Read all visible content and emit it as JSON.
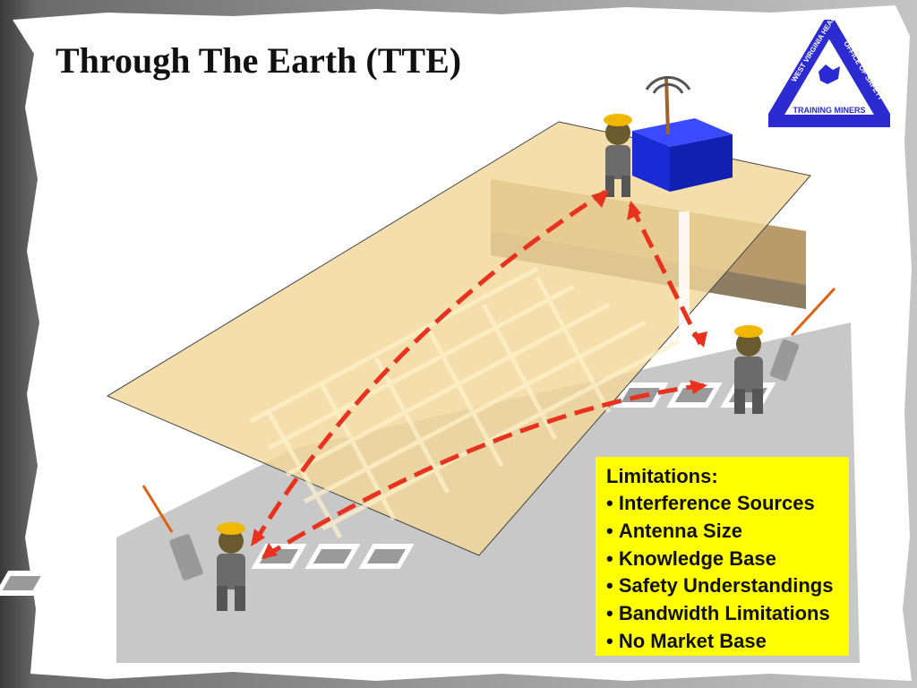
{
  "slide": {
    "title": "Through The Earth (TTE)"
  },
  "logo": {
    "text_left": "WEST VIRGINIA HEALTH",
    "text_right": "OFFICE OF SAFETY",
    "text_bottom": "TRAINING MINERS",
    "color": "#2b2bd1"
  },
  "limitations": {
    "heading": "Limitations:",
    "items": [
      "Interference Sources",
      "Antenna Size",
      "Knowledge Base",
      "Safety Understandings",
      "Bandwidth Limitations",
      "No Market Base"
    ]
  },
  "colors": {
    "surface_plane": "#f2d79a",
    "box_highlight": "#ffff00",
    "signal_arrows": "#e8321e",
    "transmitter_box": "#1a2bd6"
  }
}
